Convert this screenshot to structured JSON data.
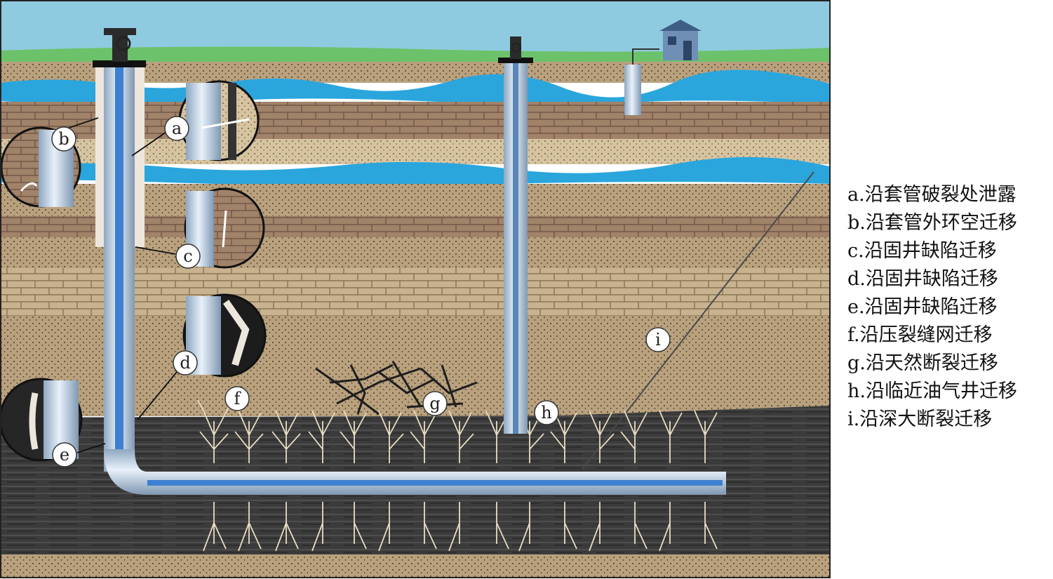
{
  "callouts": {
    "a": "a",
    "b": "b",
    "c": "c",
    "d": "d",
    "e": "e",
    "f": "f",
    "g": "g",
    "h": "h",
    "i": "i"
  },
  "legend": [
    "a.沿套管破裂处泄露",
    "b.沿套管外环空迁移",
    "c.沿固井缺陷迁移",
    "d.沿固井缺陷迁移",
    "e.沿固井缺陷迁移",
    "f.沿压裂缝网迁移",
    "g.沿天然断裂迁移",
    "h.沿临近油气井迁移",
    "i.沿深大断裂迁移"
  ],
  "colors": {
    "sky": "#8fcbe0",
    "grass": "#6cc26a",
    "soil": "#b9a17e",
    "brick": "#9c8060",
    "aquifer": "#2aa6dd",
    "shale": "#3a3a3a",
    "casing": "#c9d7e6"
  }
}
